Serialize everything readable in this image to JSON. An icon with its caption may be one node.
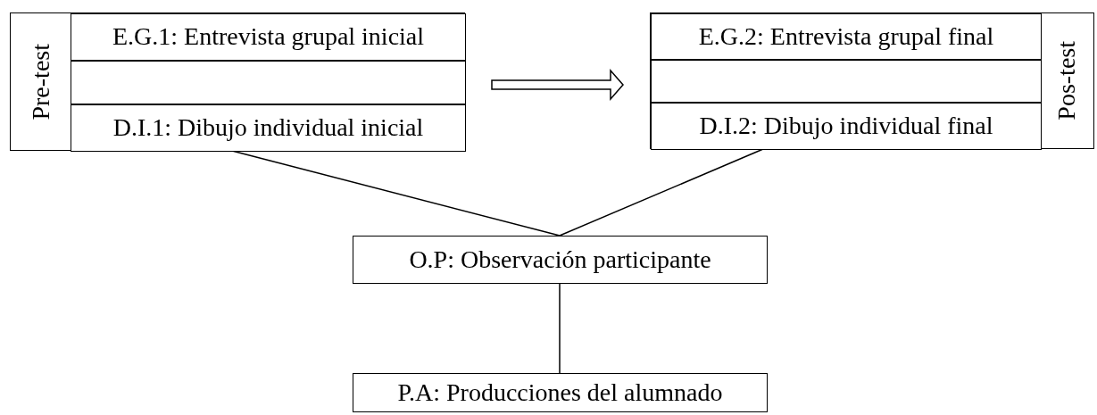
{
  "diagram": {
    "nodes": [
      {
        "text": [
          "Pre-test"
        ]
      },
      {
        "text": [
          "E.G.1: Entrevista grupal inicial"
        ],
        "in": 0
      },
      {
        "text": [],
        "shape": "box",
        "in": 0
      },
      {
        "text": [
          "D.I.1: Dibujo individual inicial"
        ],
        "in": 0
      },
      {
        "text": [
          "Pos-test"
        ]
      },
      {
        "text": [
          "E.G.2: Entrevista grupal final"
        ],
        "in": 4
      },
      {
        "text": [],
        "shape": "box",
        "in": 4
      },
      {
        "text": [
          "D.I.2: Dibujo individual final"
        ],
        "in": 4
      },
      {
        "text": [
          "O.P: Observación participante"
        ]
      },
      {
        "text": [
          "P.A: Producciones del alumnado"
        ]
      }
    ],
    "edges": [
      {
        "from": 0,
        "to": 4,
        "arrow": "to"
      },
      {
        "from": 3,
        "to": 8,
        "arrow": "none"
      },
      {
        "from": 7,
        "to": 8,
        "arrow": "none"
      },
      {
        "from": 8,
        "to": 9,
        "arrow": "none"
      }
    ]
  }
}
